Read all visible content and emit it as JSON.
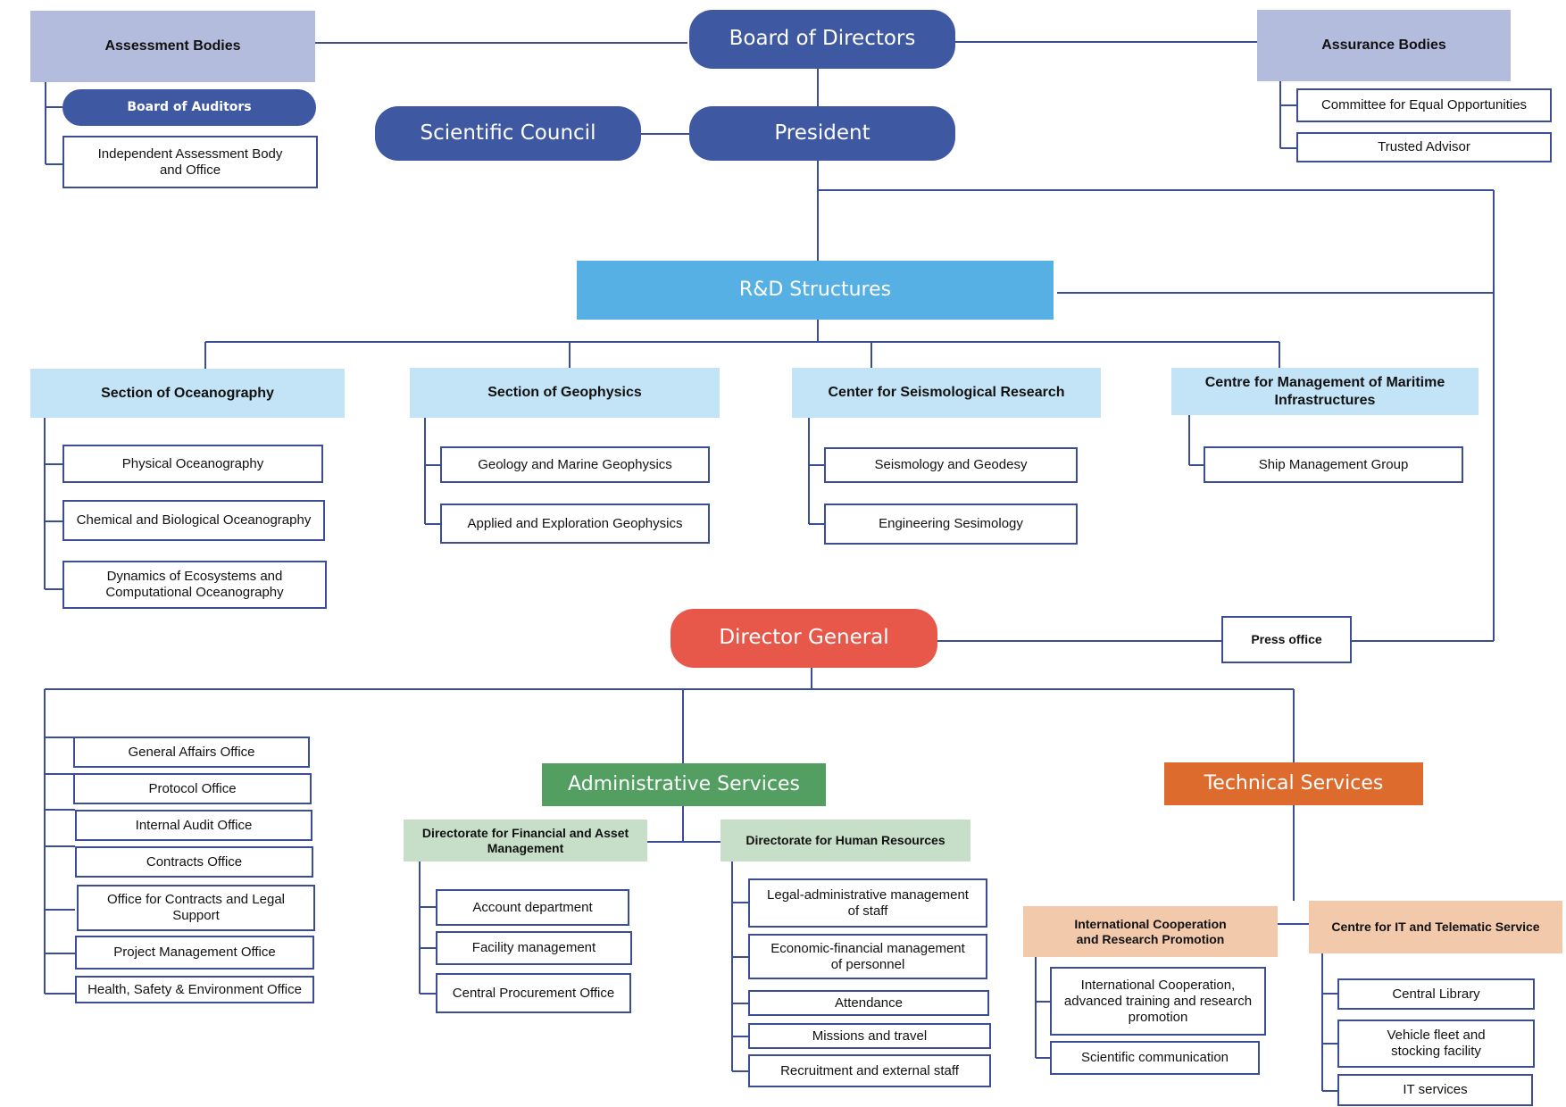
{
  "colors": {
    "pill": "#3f58a2",
    "director_general": "#e8584a",
    "rd": "#56b0e3",
    "section": "#c3e3f6",
    "header_gray": "#b3bcdc",
    "admin": "#539f62",
    "technical": "#dd6b2d",
    "light_green": "#c7dfc9",
    "peach": "#f3c9ab",
    "line": "#3b4d96"
  },
  "top": {
    "board_of_directors": "Board of Directors",
    "president": "President",
    "scientific_council": "Scientific Council",
    "assessment_bodies": {
      "title": "Assessment Bodies",
      "board_of_auditors": "Board of Auditors",
      "independent_body": "Independent Assessment Body\nand Office"
    },
    "assurance_bodies": {
      "title": "Assurance Bodies",
      "items": [
        "Committee for Equal Opportunities",
        "Trusted Advisor"
      ]
    }
  },
  "rd": {
    "title": "R&D Structures",
    "sections": [
      {
        "title": "Section of Oceanography",
        "items": [
          "Physical Oceanography",
          "Chemical and Biological Oceanography",
          "Dynamics of Ecosystems and\nComputational Oceanography"
        ]
      },
      {
        "title": "Section of Geophysics",
        "items": [
          "Geology and Marine Geophysics",
          "Applied and Exploration Geophysics"
        ]
      },
      {
        "title": "Center for Seismological Research",
        "items": [
          "Seismology and Geodesy",
          "Engineering Sesimology"
        ]
      },
      {
        "title": "Centre for Management of Maritime\nInfrastructures",
        "items": [
          "Ship Management Group"
        ]
      }
    ]
  },
  "dg": {
    "title": "Director General",
    "press_office": "Press office",
    "offices": [
      "General Affairs Office",
      "Protocol Office",
      "Internal Audit Office",
      "Contracts Office",
      "Office for Contracts and Legal Support",
      "Project Management Office",
      "Health, Safety & Environment Office"
    ]
  },
  "admin": {
    "title": "Administrative Services",
    "financial": {
      "title": "Directorate for Financial and Asset\nManagement",
      "items": [
        "Account department",
        "Facility management",
        "Central Procurement Office"
      ]
    },
    "hr": {
      "title": "Directorate for Human Resources",
      "items": [
        "Legal-administrative management\nof staff",
        "Economic-financial management\nof personnel",
        "Attendance",
        "Missions and travel",
        "Recruitment and external staff"
      ]
    }
  },
  "tech": {
    "title": "Technical Services",
    "intl": {
      "title": "International Cooperation\nand Research Promotion",
      "items": [
        "International Cooperation,\nadvanced training and research\npromotion",
        "Scientific communication"
      ]
    },
    "it": {
      "title": "Centre for IT and Telematic Service",
      "items": [
        "Central Library",
        "Vehicle fleet and\nstocking facility",
        "IT services"
      ]
    }
  }
}
